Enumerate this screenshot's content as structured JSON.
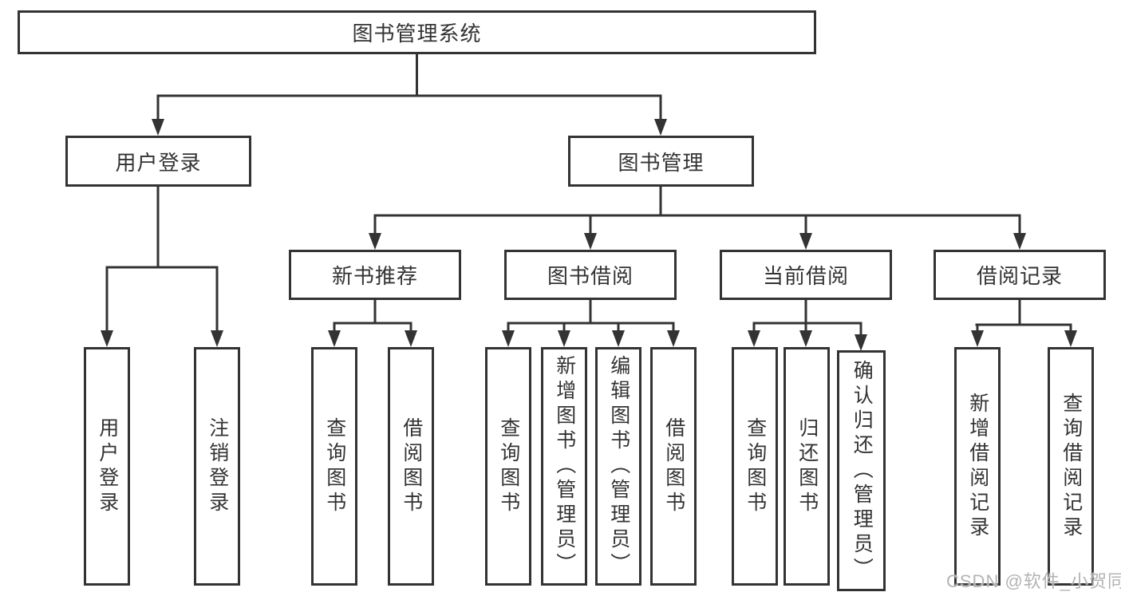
{
  "nodes": {
    "root": {
      "label": "图书管理系统"
    },
    "level2": [
      {
        "label": "用户登录"
      },
      {
        "label": "图书管理"
      }
    ],
    "level3": [
      {
        "label": "新书推荐"
      },
      {
        "label": "图书借阅"
      },
      {
        "label": "当前借阅"
      },
      {
        "label": "借阅记录"
      }
    ],
    "leaves": {
      "user_login": [
        {
          "label": "用户登录"
        },
        {
          "label": "注销登录"
        }
      ],
      "new_book_recommendation": [
        {
          "label": "查询图书"
        },
        {
          "label": "借阅图书"
        }
      ],
      "book_borrowing": [
        {
          "label": "查询图书"
        },
        {
          "label": "新增图书（管理员）"
        },
        {
          "label": "编辑图书（管理员）"
        },
        {
          "label": "借阅图书"
        }
      ],
      "current_borrowing": [
        {
          "label": "查询图书"
        },
        {
          "label": "归还图书"
        },
        {
          "label": "确认归还（管理员）"
        }
      ],
      "borrowing_records": [
        {
          "label": "新增借阅记录"
        },
        {
          "label": "查询借阅记录"
        }
      ]
    }
  },
  "watermark": {
    "text": "CSDN @软件_小贺同学",
    "color": "#b3b3b3"
  },
  "colors": {
    "line": "#333333",
    "text": "#333333",
    "box_background": "#ffffff",
    "page_background": "#ffffff",
    "watermark": "#b3b3b3"
  }
}
